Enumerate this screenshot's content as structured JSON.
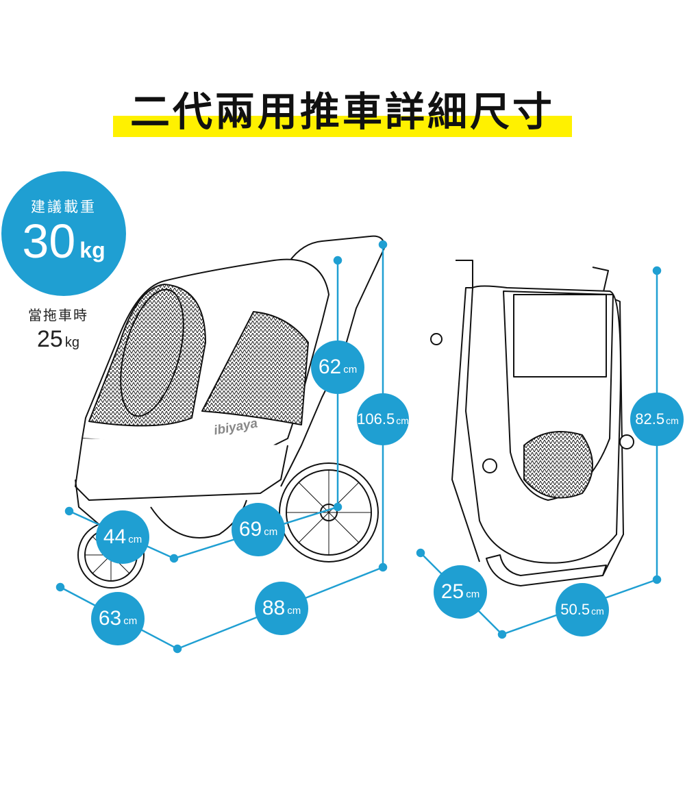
{
  "title": "二代兩用推車詳細尺寸",
  "colors": {
    "accent": "#1f9fd2",
    "highlight": "#fff100",
    "line": "#111111"
  },
  "load": {
    "label": "建議載重",
    "value": "30",
    "unit": "kg"
  },
  "tow": {
    "label": "當拖車時",
    "value": "25",
    "unit": "kg"
  },
  "brand": "ibiyaya",
  "dimensions": {
    "unfolded": [
      {
        "id": "height-handle",
        "value": "106.5",
        "unit": "cm"
      },
      {
        "id": "height-seat",
        "value": "62",
        "unit": "cm"
      },
      {
        "id": "wheelbase",
        "value": "69",
        "unit": "cm"
      },
      {
        "id": "front-width",
        "value": "44",
        "unit": "cm"
      },
      {
        "id": "width",
        "value": "63",
        "unit": "cm"
      },
      {
        "id": "length",
        "value": "88",
        "unit": "cm"
      }
    ],
    "folded": [
      {
        "id": "folded-height",
        "value": "82.5",
        "unit": "cm"
      },
      {
        "id": "folded-depth",
        "value": "25",
        "unit": "cm"
      },
      {
        "id": "folded-width",
        "value": "50.5",
        "unit": "cm"
      }
    ]
  }
}
